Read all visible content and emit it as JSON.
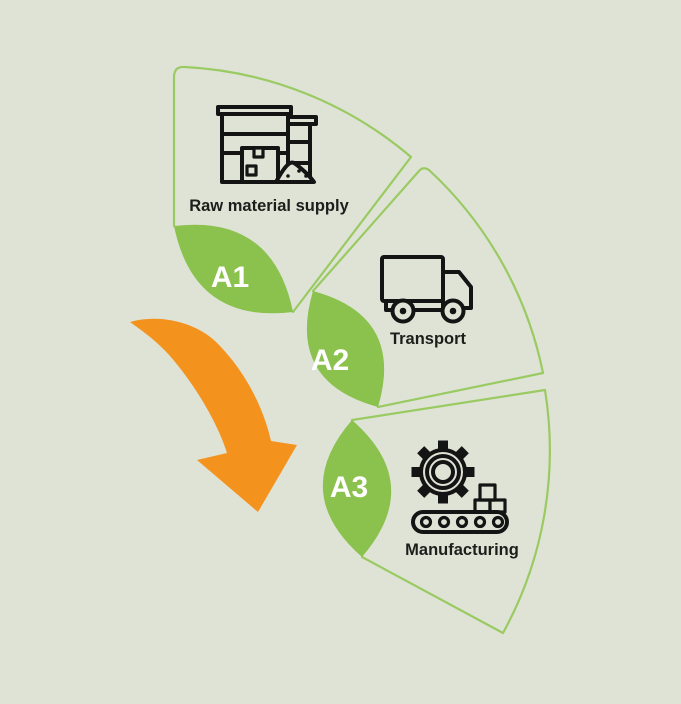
{
  "diagram": {
    "title": "life-cycle-stages-fan",
    "background_color": "#dfe3d6",
    "colors": {
      "wedge_outline_green": "#9aca62",
      "leaf_green": "#8bc14d",
      "arrow_orange": "#f4921e",
      "icon_line": "#141414",
      "stage_text": "#1d1d1b",
      "leaf_text": "#ffffff"
    },
    "stages": [
      {
        "code": "A1",
        "label": "Raw material supply",
        "icon": "barrels-icon"
      },
      {
        "code": "A2",
        "label": "Transport",
        "icon": "truck-icon"
      },
      {
        "code": "A3",
        "label": "Manufacturing",
        "icon": "gear-conveyor-icon"
      }
    ],
    "arrow_icon": "curved-flow-arrow-icon"
  }
}
